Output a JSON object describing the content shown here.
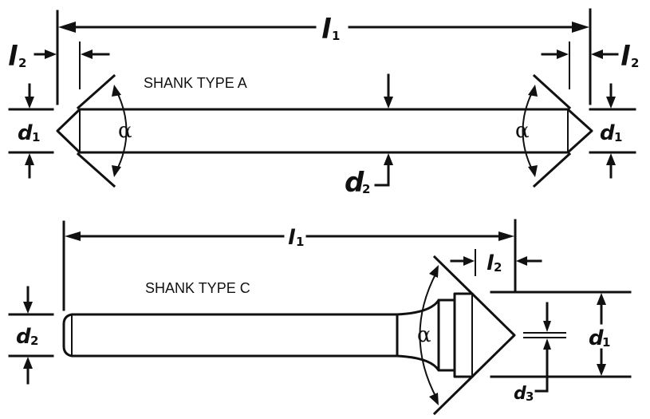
{
  "shank_a": {
    "caption": "SHANK TYPE A",
    "dim_l1": "l",
    "dim_l1_sub": "1",
    "dim_l2_left": "l",
    "dim_l2_left_sub": "2",
    "dim_l2_right": "l",
    "dim_l2_right_sub": "2",
    "dim_d1_left": "d",
    "dim_d1_left_sub": "1",
    "dim_d1_right": "d",
    "dim_d1_right_sub": "1",
    "dim_d2": "d",
    "dim_d2_sub": "2",
    "angle_left": "α",
    "angle_right": "α"
  },
  "shank_c": {
    "caption": "SHANK TYPE C",
    "dim_l1": "l",
    "dim_l1_sub": "1",
    "dim_l2": "l",
    "dim_l2_sub": "2",
    "dim_d1": "d",
    "dim_d1_sub": "1",
    "dim_d2": "d",
    "dim_d2_sub": "2",
    "dim_d3": "d",
    "dim_d3_sub": "3",
    "angle": "α"
  }
}
